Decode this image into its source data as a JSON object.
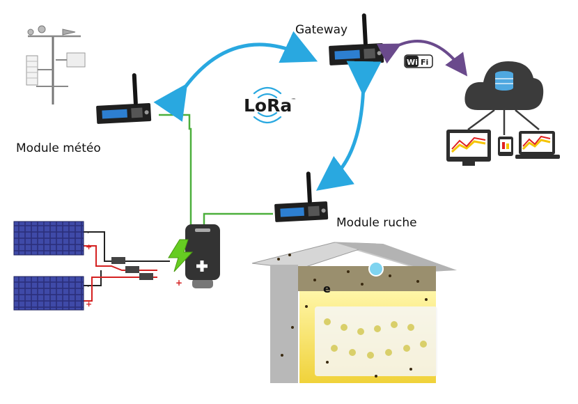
{
  "labels": {
    "gateway": "Gateway",
    "weather_module": "Module météo",
    "hive_module": "Module ruche",
    "hive_mark": "e"
  },
  "badges": {
    "lora": "LoRa",
    "lora_tm": "™",
    "wifi_left": "Wi",
    "wifi_right": "Fi"
  },
  "icons": {
    "weather_station": "weather-station-icon",
    "lora_node": "lora-board-icon",
    "cloud_db": "cloud-database-icon",
    "devices": "monitor-phone-laptop-icon",
    "battery": "battery-charging-icon",
    "solar_panel": "solar-panel-icon",
    "beehive": "beehive-icon"
  },
  "colors": {
    "lora_arrow": "#29a8e0",
    "wifi_arrow": "#6a4a8c",
    "cable": "#4caf3c",
    "lora_brand": "#1a1a1a",
    "screen": "#2d7fd1",
    "wire_red": "#d42020",
    "bolt": "#66cc22"
  }
}
